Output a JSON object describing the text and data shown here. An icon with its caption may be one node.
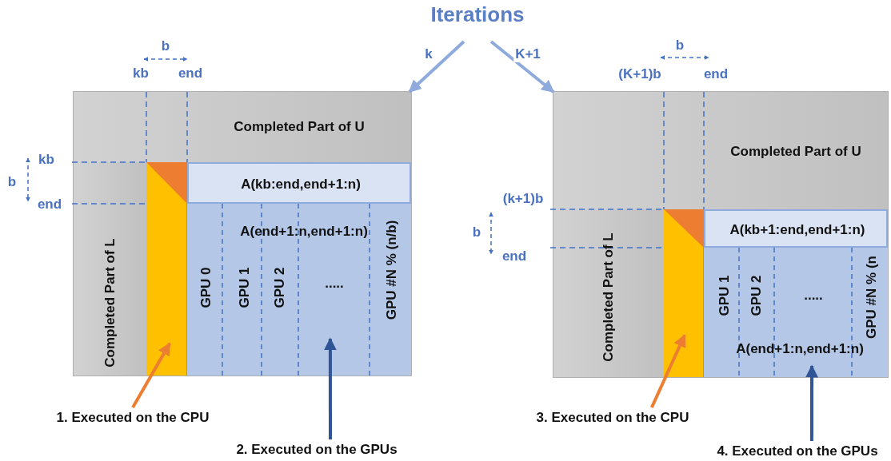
{
  "diagram": {
    "nodes": [
      {
        "text": [
          "Iterations"
        ]
      },
      {
        "text": [],
        "shape": "box"
      },
      {
        "text": [
          "Completed Part of U"
        ],
        "in": 1
      },
      {
        "text": [
          "Completed Part of L"
        ],
        "in": 1
      },
      {
        "text": [],
        "shape": "box",
        "in": 1
      },
      {
        "text": [
          "A(kb:end,end+1:n)"
        ],
        "in": 1
      },
      {
        "text": [
          "A(end+1:n,end+1:n)"
        ],
        "in": 1
      },
      {
        "text": [
          "1. Executed on the CPU"
        ]
      },
      {
        "text": [
          "2. Executed on the GPUs"
        ]
      },
      {
        "text": [],
        "shape": "box"
      },
      {
        "text": [
          "Completed Part of U"
        ],
        "in": 9
      },
      {
        "text": [
          "Completed Part of L"
        ],
        "in": 9
      },
      {
        "text": [],
        "shape": "box",
        "in": 9
      },
      {
        "text": [
          "A(kb+1:end,end+1:n)"
        ],
        "in": 9
      },
      {
        "text": [
          "A(end+1:n,end+1:n)"
        ],
        "in": 9
      },
      {
        "text": [
          "3. Executed on the CPU"
        ]
      },
      {
        "text": [
          "4. Executed on the GPUs"
        ]
      }
    ],
    "edges": [
      {
        "from": 0,
        "to": 1,
        "arrow": "to",
        "label": "k",
        "color": "#8faadc"
      },
      {
        "from": 0,
        "to": 9,
        "arrow": "to",
        "label": "K+1",
        "color": "#8faadc"
      },
      {
        "from": 7,
        "to": 4,
        "arrow": "to",
        "color": "#ed7d31"
      },
      {
        "from": 8,
        "to": 6,
        "arrow": "to",
        "color": "#2f5597"
      },
      {
        "from": 15,
        "to": 12,
        "arrow": "to",
        "color": "#ed7d31"
      },
      {
        "from": 16,
        "to": 14,
        "arrow": "to",
        "color": "#2f5597"
      }
    ],
    "labels": [
      "b",
      "kb",
      "end",
      "b",
      "(K+1)b",
      "end",
      "kb",
      "b",
      "end",
      "(k+1)b",
      "b",
      "end",
      "GPU 0",
      "GPU 1",
      "GPU 2",
      ".....",
      "GPU #N % (n/b)",
      "GPU 1",
      "GPU 2",
      ".....",
      "GPU #N % (n"
    ]
  }
}
